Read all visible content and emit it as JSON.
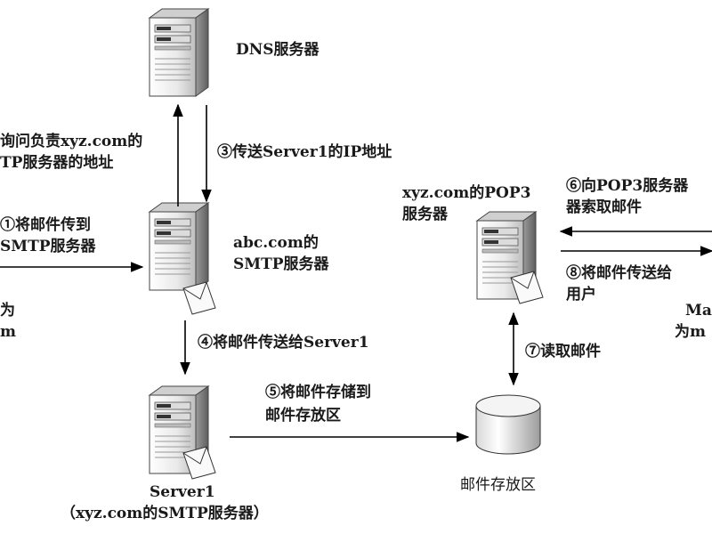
{
  "nodes": {
    "dns_server": "DNS服务器",
    "abc_smtp_line1": "abc.com的",
    "abc_smtp_line2": "SMTP服务器",
    "pop3_line1": "xyz.com的POP3",
    "pop3_line2": "服务器",
    "server1_line1": "Server1",
    "server1_line2": "（xyz.com的SMTP服务器）",
    "mail_storage": "邮件存放区"
  },
  "steps": {
    "step2_line1": "询问负责xyz.com的",
    "step2_line2": "TP服务器的地址",
    "step3": "③传送Server1的IP地址",
    "step1_line1": "①将邮件传到",
    "step1_line2": "SMTP服务器",
    "step4": "④将邮件传送给Server1",
    "step5_line1": "⑤将邮件存储到",
    "step5_line2": "邮件存放区",
    "step6_line1": "⑥向POP3服务器",
    "step6_line2": "器索取邮件",
    "step7": "⑦读取邮件",
    "step8_line1": "⑧将邮件传送给",
    "step8_line2": "用户"
  },
  "edge_fragments": {
    "left_1": "为",
    "left_2": "m",
    "right_1": "Ma",
    "right_2": "为m"
  },
  "colors": {
    "server_body": "#d4d4d4",
    "server_front": "#efefef",
    "line": "#000000"
  }
}
